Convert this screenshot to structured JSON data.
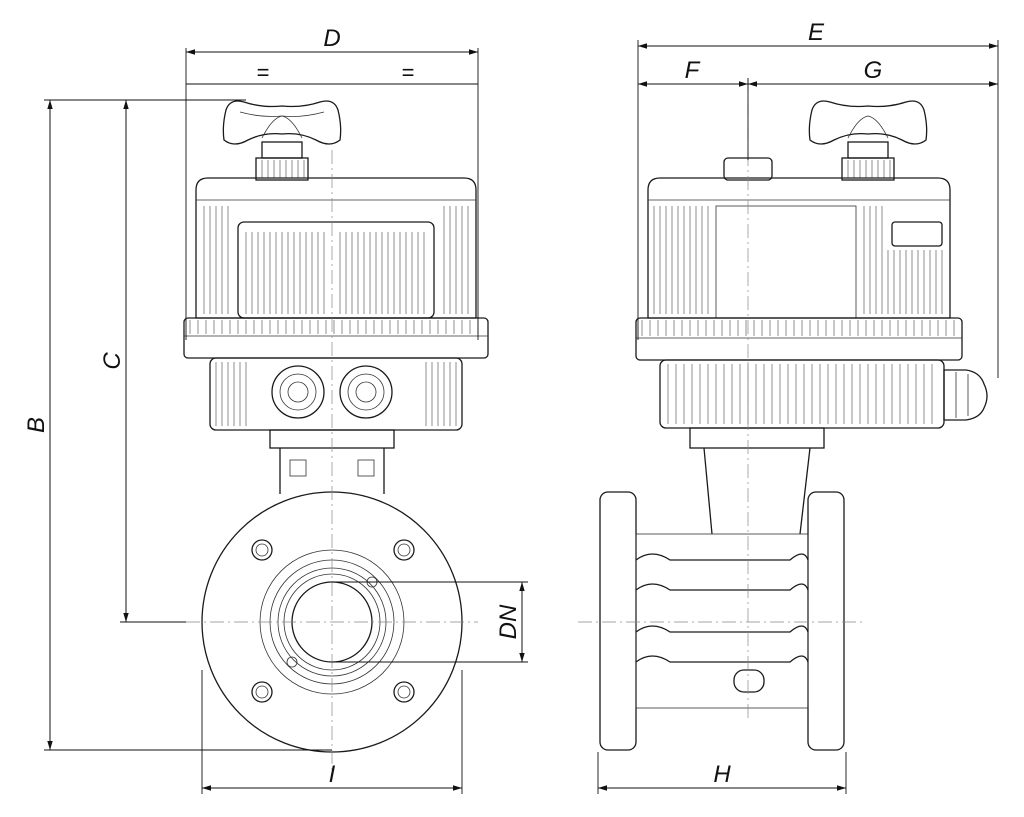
{
  "dimensions": {
    "D": "D",
    "E": "E",
    "F": "F",
    "G": "G",
    "B": "B",
    "C": "C",
    "DN": "DN",
    "I": "I",
    "H": "H",
    "equal_left": "=",
    "equal_right": "="
  }
}
